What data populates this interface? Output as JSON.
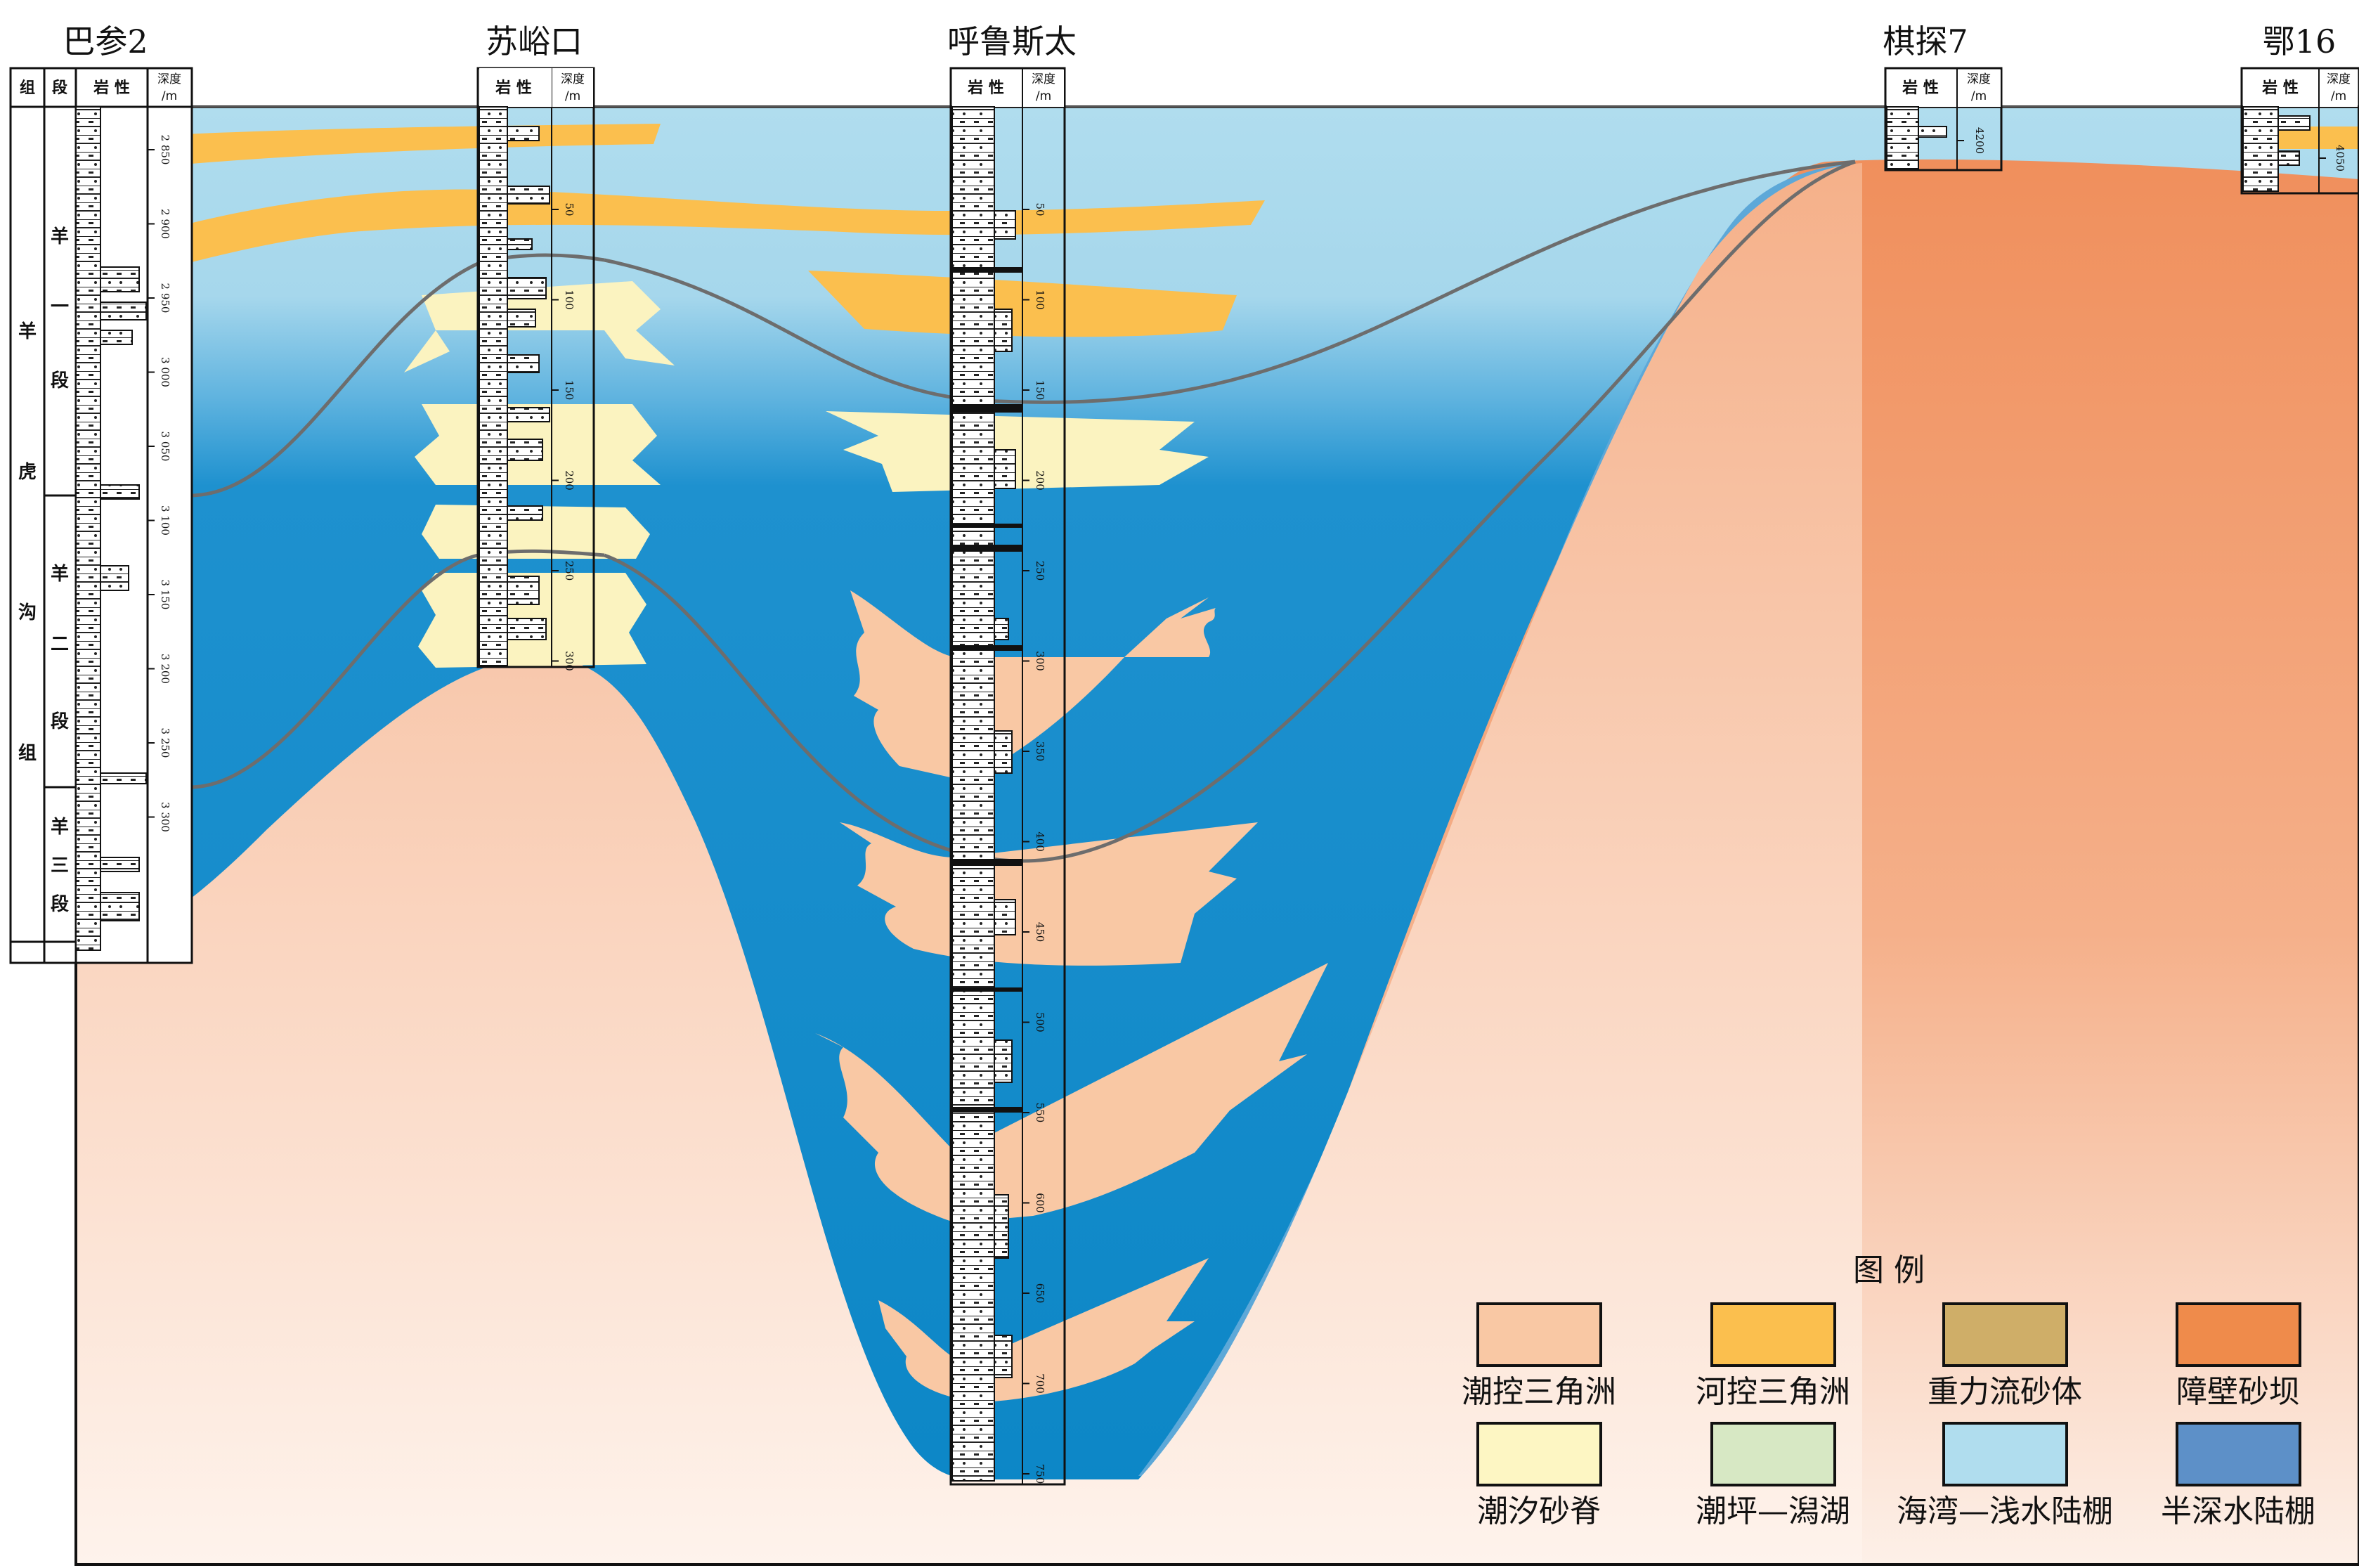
{
  "wells": [
    {
      "id": "ba2",
      "name": "巴参2",
      "depths": [
        "2 850",
        "2 900",
        "2 950",
        "3 000",
        "3 050",
        "3 100",
        "3 150",
        "3 200",
        "3 250",
        "3 300"
      ]
    },
    {
      "id": "syk",
      "name": "苏峪口",
      "depths": [
        "50",
        "100",
        "150",
        "200",
        "250",
        "300"
      ]
    },
    {
      "id": "hlst",
      "name": "呼鲁斯太",
      "depths": [
        "50",
        "100",
        "150",
        "200",
        "250",
        "300",
        "350",
        "400",
        "450",
        "500",
        "550",
        "600",
        "650",
        "700",
        "750"
      ]
    },
    {
      "id": "qt7",
      "name": "棋探7",
      "depths": [
        "4200"
      ]
    },
    {
      "id": "e16",
      "name": "鄂16",
      "depths": [
        "4050"
      ]
    }
  ],
  "column_headers": {
    "group": "组",
    "section": "段",
    "lithology": "岩 性",
    "depth_line1": "深度",
    "depth_line2": "/m"
  },
  "stratigraphy": {
    "formation": [
      "羊",
      "虎",
      "沟",
      "组"
    ],
    "members": [
      [
        "羊",
        "一",
        "段"
      ],
      [
        "羊",
        "二",
        "段"
      ],
      [
        "羊",
        "三",
        "段"
      ]
    ]
  },
  "legend": {
    "title": "图 例",
    "items": [
      {
        "id": "tidal_delta",
        "label": "潮控三角洲",
        "color": "#F9C8A4"
      },
      {
        "id": "river_delta",
        "label": "河控三角洲",
        "color": "#FBBF4E"
      },
      {
        "id": "gravity_flow",
        "label": "重力流砂体",
        "color": "#CFAE68"
      },
      {
        "id": "barrier_bar",
        "label": "障壁砂坝",
        "color": "#EF8B4B"
      },
      {
        "id": "tidal_ridge",
        "label": "潮汐砂脊",
        "color": "#FDF6C3"
      },
      {
        "id": "tidal_flat",
        "label": "潮坪—潟湖",
        "color": "#D7E8C4"
      },
      {
        "id": "bay_shelf",
        "label": "海湾—浅水陆棚",
        "color": "#B0DDEE"
      },
      {
        "id": "semi_deep",
        "label": "半深水陆棚",
        "color": "#5D90C8"
      }
    ]
  },
  "colors": {
    "shallow_water": "#B0DDEE",
    "deep_water": "#0D8AC8",
    "basement_top": "#F6B58E",
    "basement_bottom": "#FDF1EA",
    "barrier": "#F0925E",
    "river": "#FBBF4E",
    "ridge": "#FBF3C0",
    "tidal": "#F9C8A4"
  }
}
